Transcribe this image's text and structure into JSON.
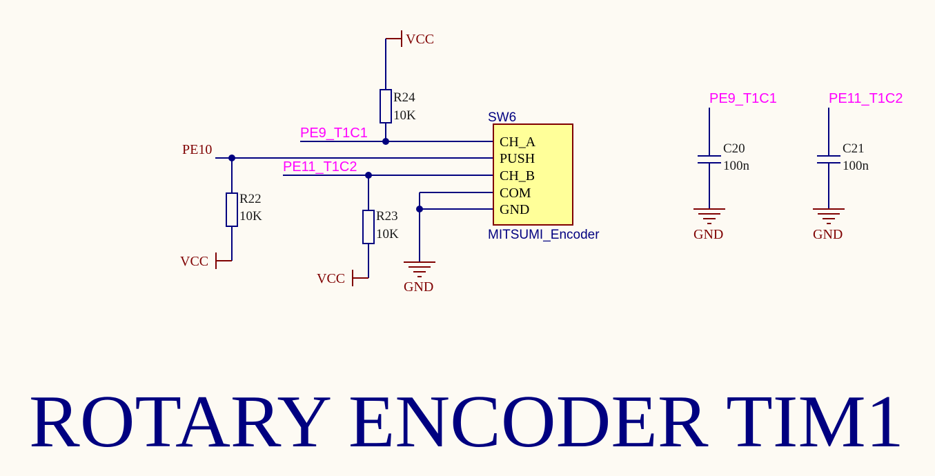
{
  "schematic": {
    "title": "ROTARY ENCODER TIM1",
    "encoder": {
      "designator": "SW6",
      "part_name": "MITSUMI_Encoder",
      "pins": [
        "CH_A",
        "PUSH",
        "CH_B",
        "COM",
        "GND"
      ],
      "body_color": "#ffff99"
    },
    "resistors": [
      {
        "designator": "R24",
        "value": "10K"
      },
      {
        "designator": "R22",
        "value": "10K"
      },
      {
        "designator": "R23",
        "value": "10K"
      }
    ],
    "capacitors": [
      {
        "designator": "C20",
        "value": "100n",
        "net": "PE9_T1C1"
      },
      {
        "designator": "C21",
        "value": "100n",
        "net": "PE11_T1C2"
      }
    ],
    "nets": {
      "pe9": "PE9_T1C1",
      "pe10": "PE10",
      "pe11": "PE11_T1C2"
    },
    "power": {
      "vcc": "VCC",
      "gnd": "GND"
    },
    "colors": {
      "wire": "#00007f",
      "power": "#7f0000",
      "net_label": "#ff00ff",
      "title": "#000080",
      "background": "#fdfaf3"
    }
  }
}
